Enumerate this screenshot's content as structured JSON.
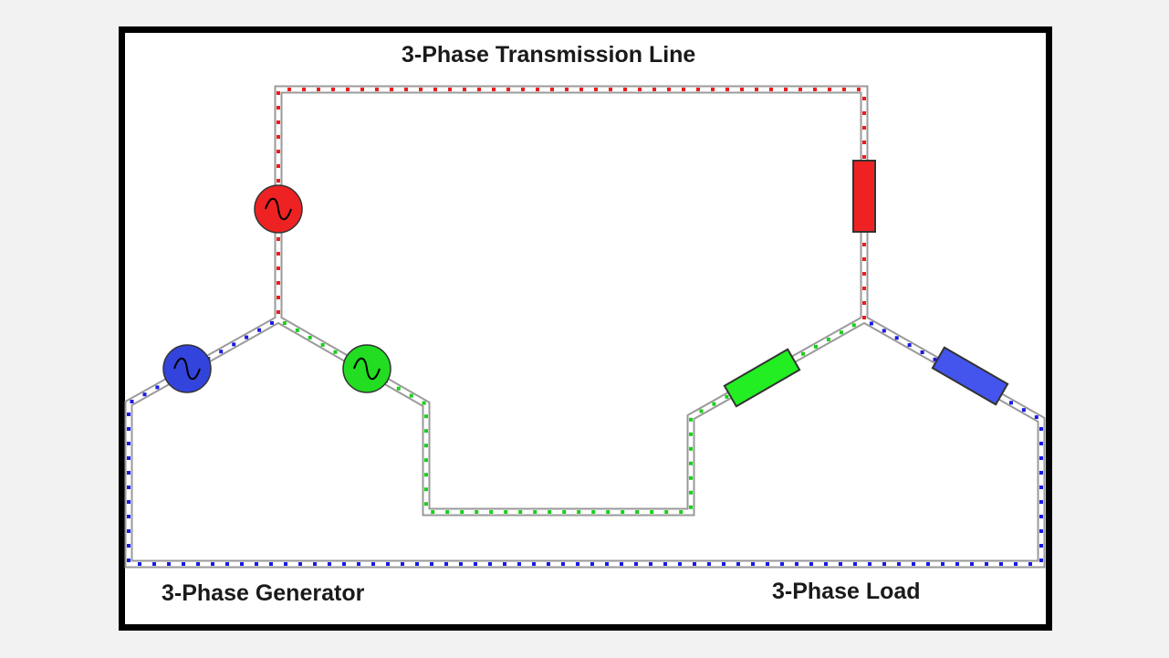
{
  "title": "3-Phase Transmission Line",
  "generator_label": "3-Phase Generator",
  "load_label": "3-Phase Load",
  "phases": [
    {
      "name": "phase-a",
      "color": "#ee1c1c"
    },
    {
      "name": "phase-b",
      "color": "#19d119"
    },
    {
      "name": "phase-c",
      "color": "#1a1ae6"
    }
  ],
  "colors": {
    "wire": "#9a9a9a",
    "wire_fill": "#ffffff",
    "frame": "#000000",
    "background": "#f2f2f2",
    "source_red": "#ee2222",
    "source_green": "#22dd22",
    "source_blue": "#3344dd",
    "load_red": "#ee2222",
    "load_green": "#22ee22",
    "load_blue": "#4455ee"
  },
  "icons": {
    "source": "ac-source-icon",
    "load": "resistor-icon"
  }
}
